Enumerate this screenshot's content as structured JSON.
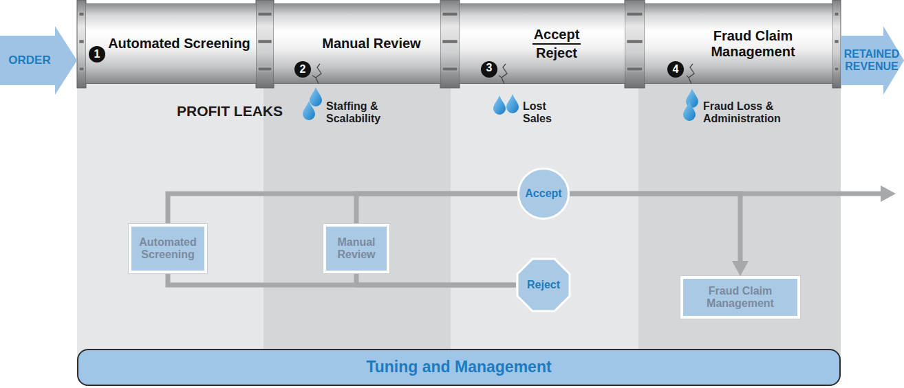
{
  "diagram": {
    "nodes": [
      {
        "text": [
          "ORDER"
        ]
      },
      {
        "text": [
          "Automated Screening"
        ]
      },
      {
        "text": [
          "1"
        ],
        "in": 1
      },
      {
        "text": [
          "Manual Review"
        ]
      },
      {
        "text": [
          "2"
        ],
        "in": 3
      },
      {
        "text": [
          "Accept",
          "Reject"
        ]
      },
      {
        "text": [
          "3"
        ],
        "in": 5
      },
      {
        "text": [
          "Fraud Claim Management"
        ]
      },
      {
        "text": [
          "4"
        ],
        "in": 7
      },
      {
        "text": [
          "RETAINED REVENUE"
        ]
      },
      {
        "text": [
          "Automated Screening"
        ]
      },
      {
        "text": [
          "Manual Review"
        ]
      },
      {
        "text": [
          "Accept"
        ]
      },
      {
        "text": [
          "Reject"
        ]
      },
      {
        "text": [
          "Fraud Claim Management"
        ]
      },
      {
        "text": [
          "Tuning and Management"
        ]
      }
    ],
    "edges": [
      {
        "from": 10,
        "to": 12,
        "arrow": "none"
      },
      {
        "from": 10,
        "to": 13,
        "arrow": "none"
      },
      {
        "from": 11,
        "to": 12,
        "arrow": "none"
      },
      {
        "from": 11,
        "to": 13,
        "arrow": "none"
      },
      {
        "from": 12,
        "to": 14,
        "arrow": "to"
      }
    ],
    "labels": [
      "PROFIT LEAKS",
      "Staffing & Scalability",
      "Lost Sales",
      "Fraud Loss & Administration"
    ]
  }
}
